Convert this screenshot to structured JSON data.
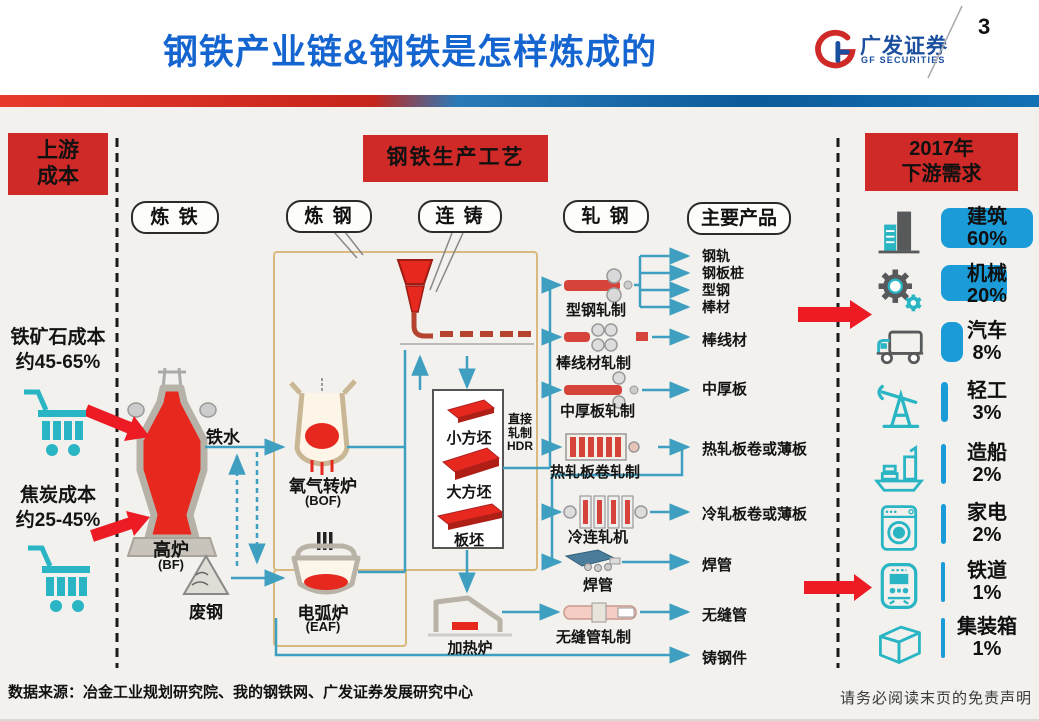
{
  "page": {
    "number": "3"
  },
  "header": {
    "title": "钢铁产业链&钢铁是怎样炼成的",
    "logo_cn": "广发证券",
    "logo_en": "GF SECURITIES"
  },
  "panels": {
    "upstream_line1": "上游",
    "upstream_line2": "成本",
    "process_label": "钢铁生产工艺",
    "demand_line1": "2017年",
    "demand_line2": "下游需求"
  },
  "stages": [
    "炼 铁",
    "炼 钢",
    "连 铸",
    "轧 钢",
    "主要产品"
  ],
  "upstream": {
    "iron_ore_line1": "铁矿石成本",
    "iron_ore_line2": "约45-65%",
    "coke_line1": "焦炭成本",
    "coke_line2": "约25-45%"
  },
  "diagram": {
    "molten_iron": "铁水",
    "blast_furnace": "高炉",
    "blast_furnace_en": "(BF)",
    "scrap": "废钢",
    "converter": "氧气转炉",
    "converter_en": "(BOF)",
    "eaf": "电弧炉",
    "eaf_en": "(EAF)",
    "billet_small": "小方坯",
    "billet_large": "大方坯",
    "slab": "板坯",
    "hdr_line1": "直接",
    "hdr_line2": "轧制",
    "hdr_line3": "HDR",
    "reheating_furnace": "加热炉",
    "mills": [
      "型钢轧制",
      "棒线材轧制",
      "中厚板轧制",
      "热轧板卷轧制",
      "冷连轧机",
      "焊管",
      "无缝管轧制"
    ],
    "products": [
      "钢轨",
      "钢板桩",
      "型钢",
      "棒材",
      "棒线材",
      "中厚板",
      "热轧板卷或薄板",
      "冷轧板卷或薄板",
      "焊管",
      "无缝管",
      "铸钢件"
    ]
  },
  "demand": {
    "items": [
      {
        "label": "建筑",
        "pct": "60%"
      },
      {
        "label": "机械",
        "pct": "20%"
      },
      {
        "label": "汽车",
        "pct": "8%"
      },
      {
        "label": "轻工",
        "pct": "3%"
      },
      {
        "label": "造船",
        "pct": "2%"
      },
      {
        "label": "家电",
        "pct": "2%"
      },
      {
        "label": "铁道",
        "pct": "1%"
      },
      {
        "label": "集装箱",
        "pct": "1%"
      }
    ]
  },
  "footer": {
    "source": "数据来源：冶金工业规划研究院、我的钢铁网、广发证券发展研究中心",
    "disclaimer": "请务必阅读末页的免责声明"
  },
  "colors": {
    "accent_red": "#cf2a27",
    "arrow_red": "#ed1c24",
    "bar_blue": "#1b9cd8",
    "icon_teal": "#2ab5c4",
    "icon_gray": "#58595b",
    "flow_teal": "#3f9fc0",
    "title_blue": "#1565d0",
    "logo_blue": "#1a4e9e"
  }
}
